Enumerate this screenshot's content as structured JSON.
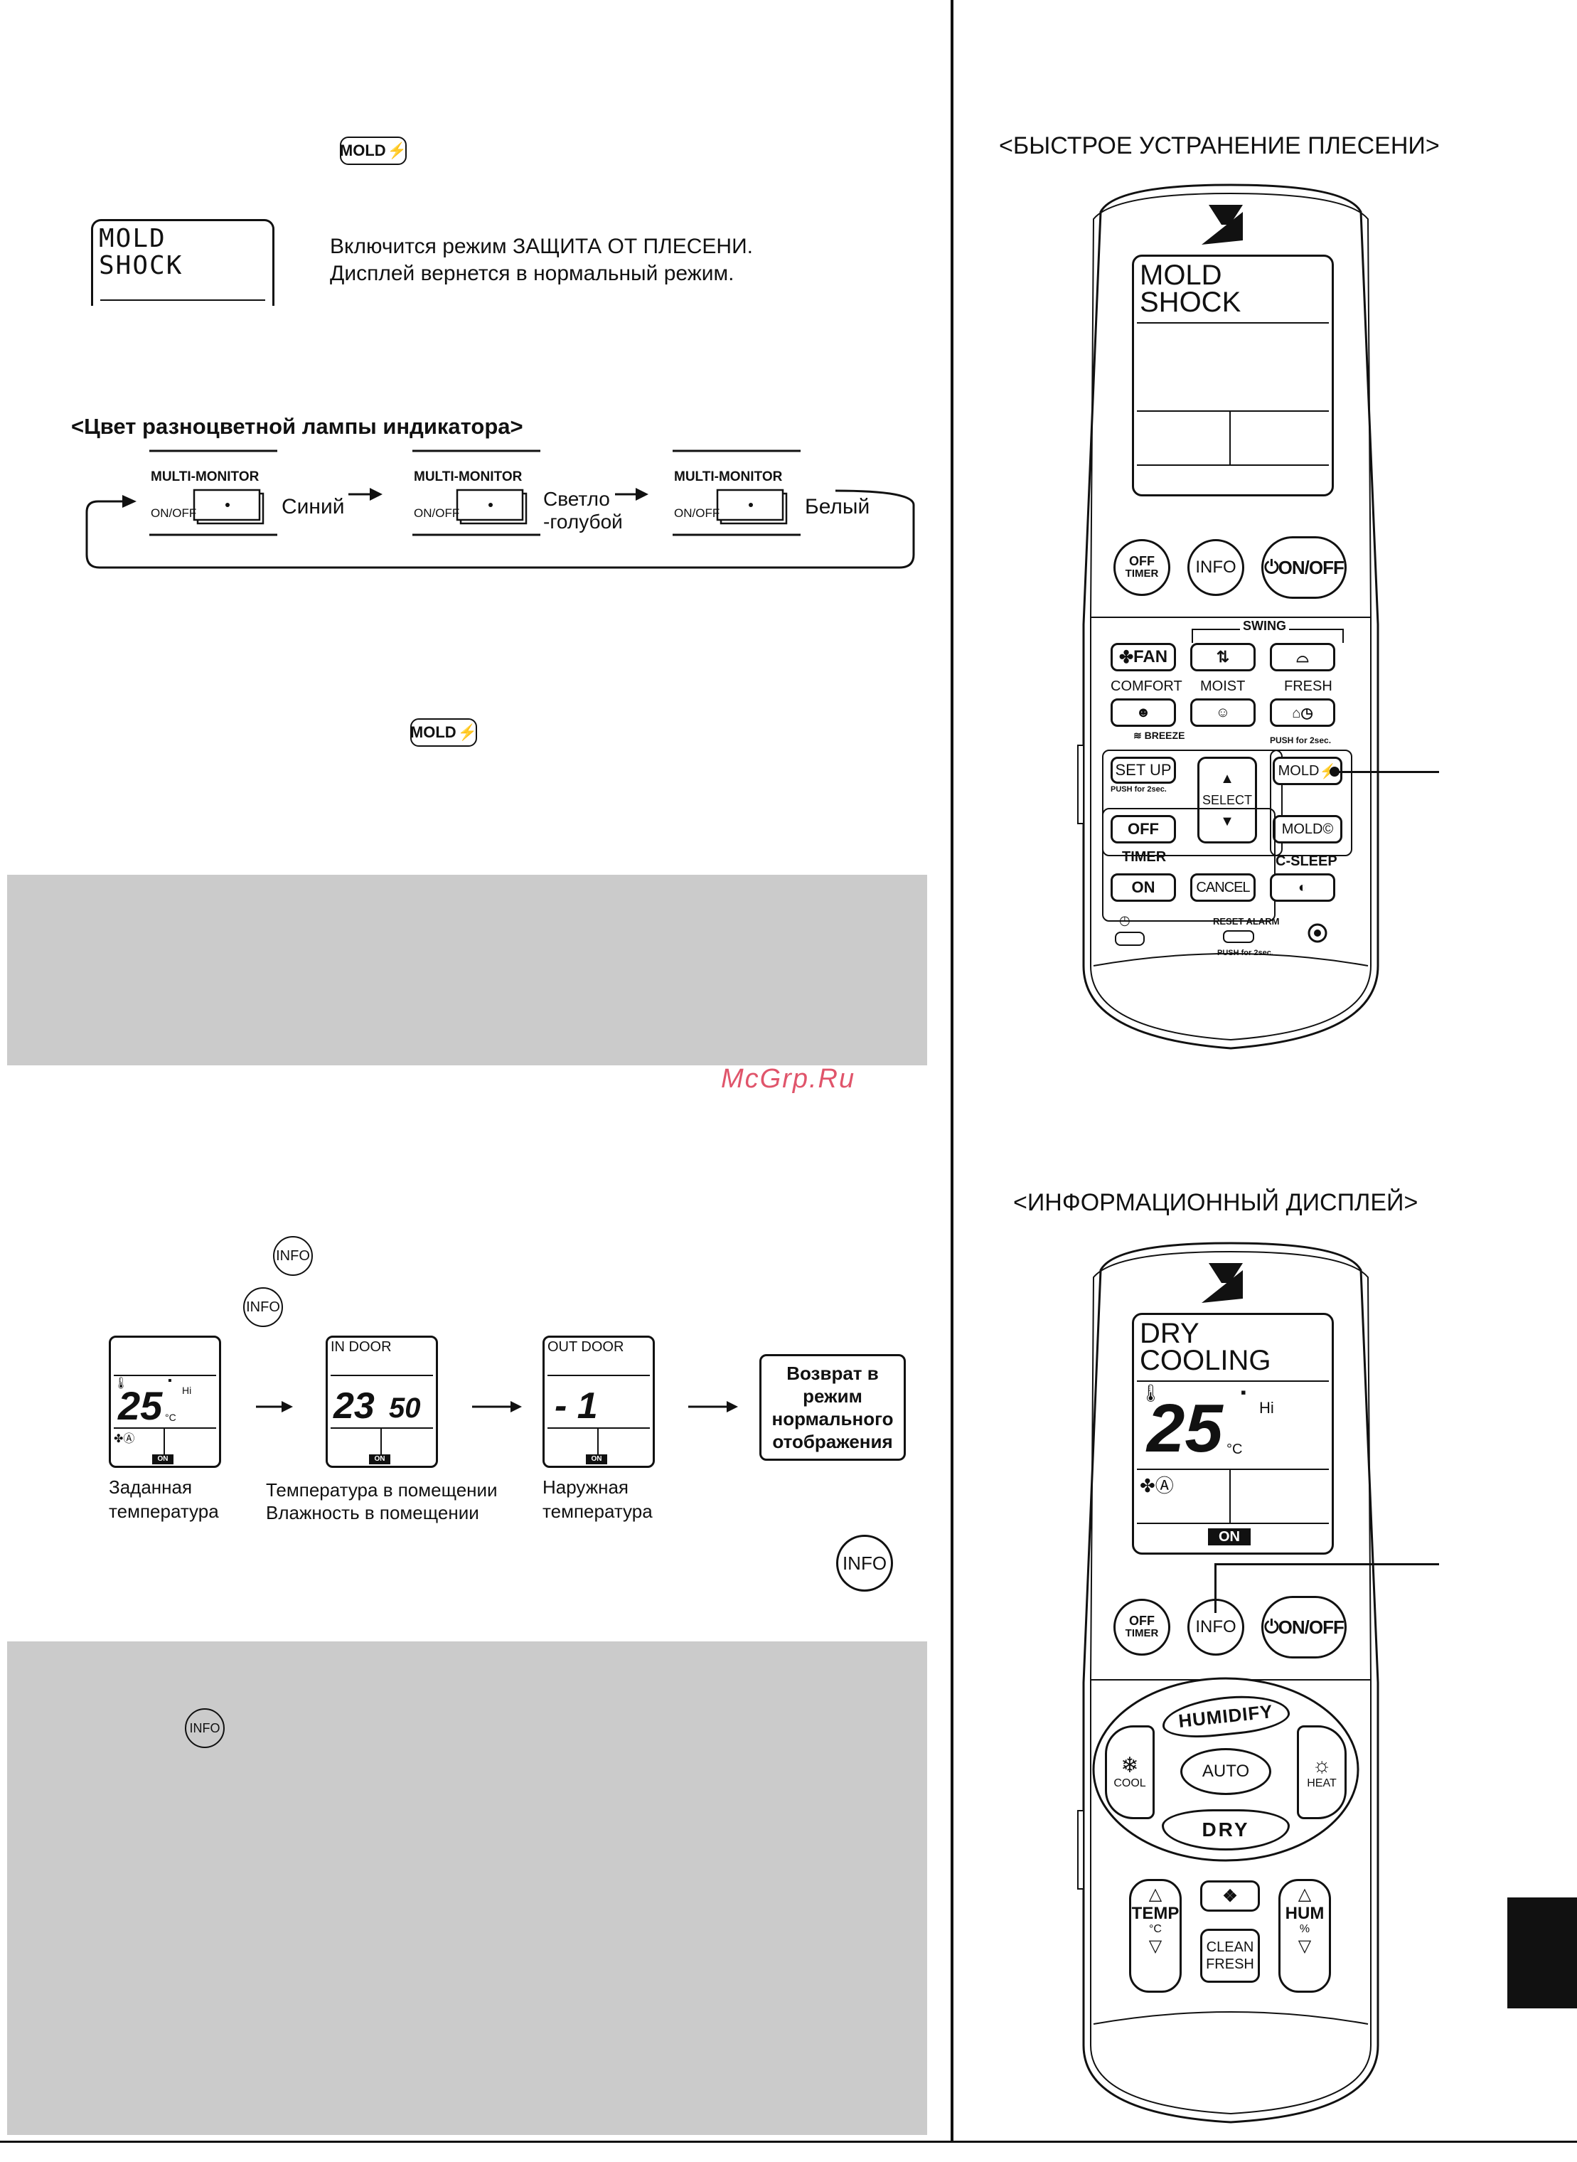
{
  "mold_button_top": "MOLD",
  "lcd_mold": {
    "line1": "MOLD",
    "line2": "SHOCK"
  },
  "mold_desc": [
    "Включится режим ЗАЩИТА ОТ ПЛЕСЕНИ.",
    "Дисплей вернется в нормальный режим."
  ],
  "lamp_heading": "<Цвет разноцветной лампы индикатора>",
  "lamp": {
    "monitor_label": "MULTI-MONITOR",
    "onoff_label": "ON/OFF",
    "colors": [
      "Синий",
      "Светло\n-голубой",
      "Белый"
    ],
    "color2_line1": "Светло",
    "color2_line2": "-голубой"
  },
  "mold_button_mid": "MOLD",
  "watermark": "McGrp.Ru",
  "info_label": "INFO",
  "info_sequence": {
    "panel1": {
      "temp": "25",
      "unit": "°C",
      "fan": "Hi",
      "on": "ON",
      "caption1": "Заданная",
      "caption2": "температура"
    },
    "panel2": {
      "header": "IN DOOR",
      "temp": "23",
      "hum": "50",
      "on": "ON",
      "caption1": "Температура в помещении",
      "caption2": "Влажность в помещении"
    },
    "panel3": {
      "header": "OUT DOOR",
      "temp": "- 1",
      "on": "ON",
      "caption1": "Наружная",
      "caption2": "температура"
    },
    "return_box": {
      "line1": "Возврат в",
      "line2": "режим",
      "line3": "нормального",
      "line4": "отображения"
    }
  },
  "remote1": {
    "heading": "<БЫСТРОЕ УСТРАНЕНИЕ ПЛЕСЕНИ>",
    "brand": "DAIKIN",
    "lcd_line1": "MOLD",
    "lcd_line2": "SHOCK",
    "off_timer": "OFF\nTIMER",
    "off_line1": "OFF",
    "off_line2": "TIMER",
    "info": "INFO",
    "onoff": "ON/OFF",
    "swing": "SWING",
    "fan": "FAN",
    "comfort": "COMFORT",
    "moist": "MOIST",
    "fresh": "FRESH",
    "breeze": "≋ BREEZE",
    "push2": "PUSH for 2sec.",
    "setup": "SET UP",
    "setup_push": "PUSH for 2sec.",
    "select": "SELECT",
    "mold_shock": "MOLD",
    "mold_c": "MOLD",
    "timer_off": "OFF",
    "timer": "TIMER",
    "timer_on": "ON",
    "cancel": "CANCEL",
    "csleep": "C-SLEEP",
    "reset_alarm": "RESET ALARM",
    "reset_push": "PUSH for 2sec."
  },
  "remote2": {
    "heading": "<ИНФОРМАЦИОННЫЙ ДИСПЛЕЙ>",
    "brand": "DAIKIN",
    "lcd_line1": "DRY",
    "lcd_line2": "COOLING",
    "temp": "25",
    "unit": "°C",
    "fan": "Hi",
    "on": "ON",
    "off_line1": "OFF",
    "off_line2": "TIMER",
    "info": "INFO",
    "onoff": "ON/OFF",
    "humidify": "HUMIDIFY",
    "cool": "COOL",
    "auto": "AUTO",
    "heat": "HEAT",
    "dry": "DRY",
    "temp_label": "TEMP",
    "temp_unit": "°C",
    "clean1": "CLEAN",
    "clean2": "FRESH",
    "hum_label": "HUM",
    "hum_unit": "%"
  }
}
